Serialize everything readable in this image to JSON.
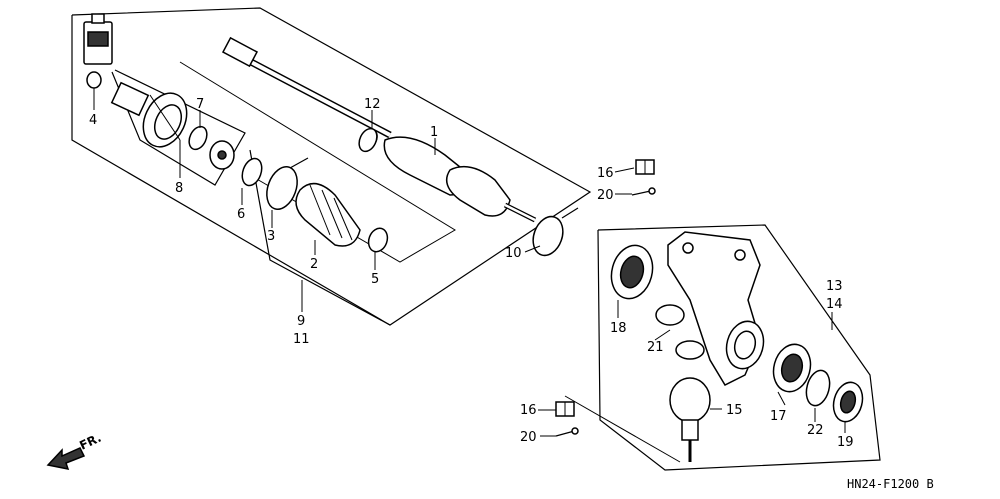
{
  "callouts": {
    "c1": "1",
    "c2": "2",
    "c3": "3",
    "c4": "4",
    "c5": "5",
    "c6": "6",
    "c7": "7",
    "c8": "8",
    "c9": "9",
    "c10": "10",
    "c11": "11",
    "c12": "12",
    "c13": "13",
    "c14": "14",
    "c15": "15",
    "c16a": "16",
    "c16b": "16",
    "c17": "17",
    "c18": "18",
    "c19": "19",
    "c20a": "20",
    "c20b": "20",
    "c21": "21",
    "c22": "22"
  },
  "direction_label": "FR.",
  "diagram_code": "HN24-F1200 B"
}
